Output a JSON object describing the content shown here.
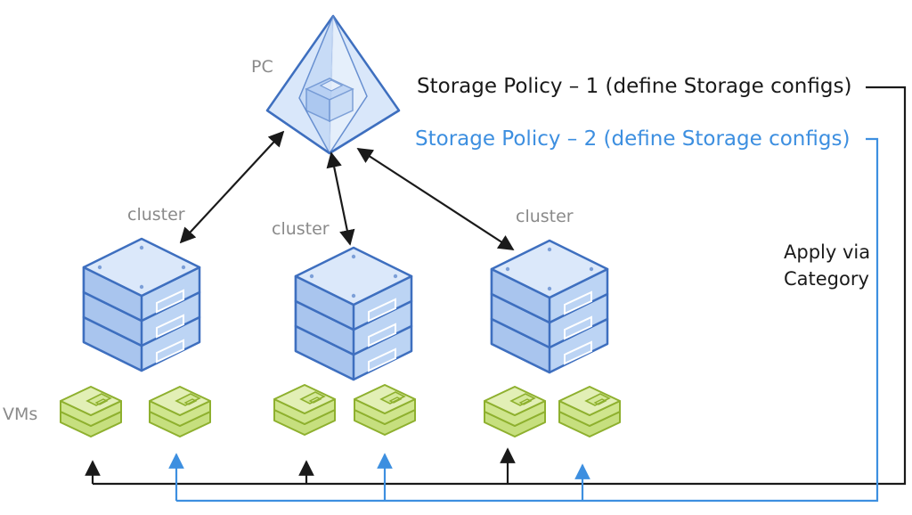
{
  "labels": {
    "pc": "PC",
    "cluster_left": "cluster",
    "cluster_mid": "cluster",
    "cluster_right": "cluster",
    "vms": "VMs",
    "policy1": "Storage Policy – 1 (define Storage configs)",
    "policy2": "Storage Policy – 2 (define Storage configs)",
    "apply_line1": "Apply via",
    "apply_line2": "Category"
  },
  "colors": {
    "policy1_line": "#1a1a1a",
    "policy2_line": "#3d8fe0",
    "cluster_fill": "#cfe0f7",
    "cluster_stroke": "#3e6fbf",
    "vm_fill": "#d4e89a",
    "vm_stroke": "#8eb02e",
    "pc_fill": "#cfe0f7"
  },
  "icons": {
    "pc": "pyramid-icon",
    "cluster": "server-stack-icon",
    "vm": "vm-stack-icon"
  }
}
